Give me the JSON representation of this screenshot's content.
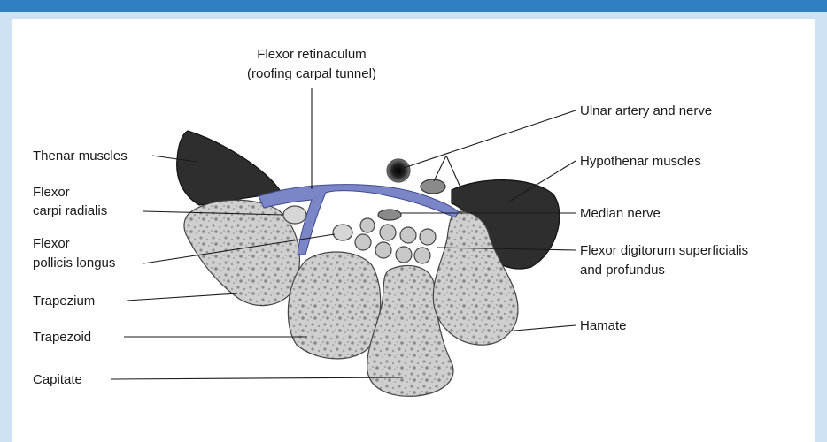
{
  "labels": {
    "flexor_retinaculum_1": "Flexor retinaculum",
    "flexor_retinaculum_2": "(roofing carpal tunnel)",
    "ulnar": "Ulnar artery and nerve",
    "thenar": "Thenar muscles",
    "hypothenar": "Hypothenar muscles",
    "fcr_1": "Flexor",
    "fcr_2": "carpi radialis",
    "median": "Median nerve",
    "fpl_1": "Flexor",
    "fpl_2": "pollicis longus",
    "fds_1": "Flexor digitorum superficialis",
    "fds_2": "and profundus",
    "trapezium": "Trapezium",
    "hamate": "Hamate",
    "trapezoid": "Trapezoid",
    "capitate": "Capitate"
  },
  "colors": {
    "header_bar": "#2f7fc3",
    "background": "#cfe2f4",
    "retinaculum": "#7b86c8",
    "muscle": "#2e2e2e",
    "bone": "#d2d2d2"
  }
}
